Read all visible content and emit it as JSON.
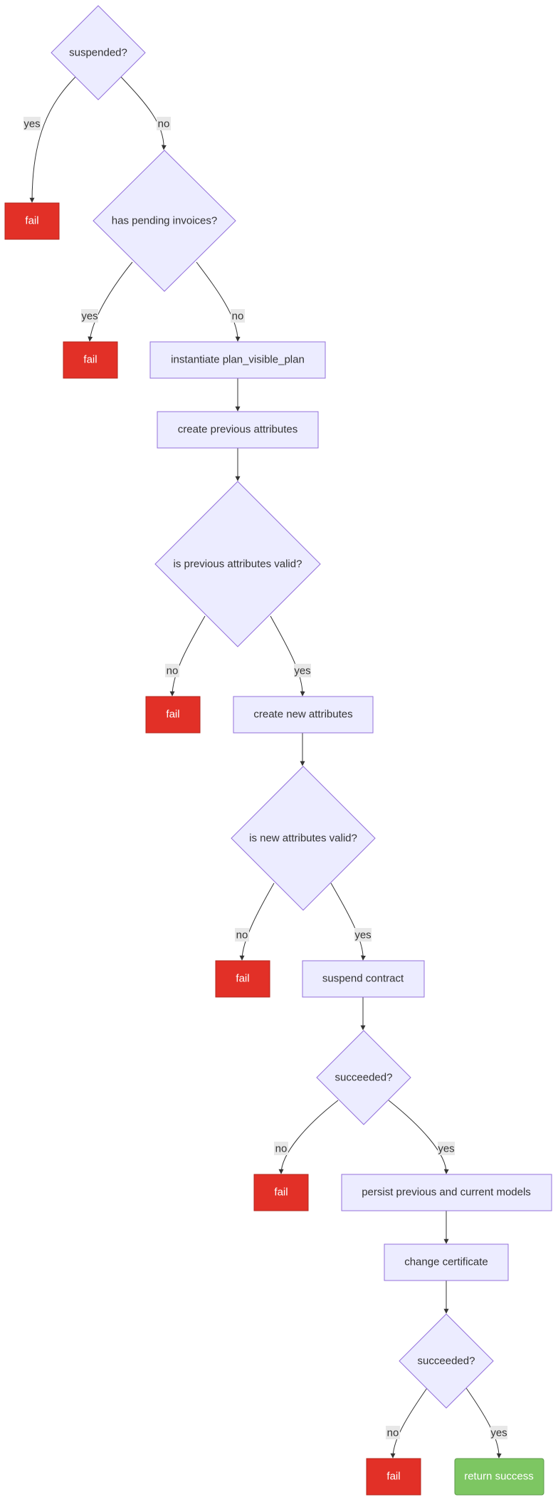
{
  "nodes": {
    "suspended": "suspended?",
    "fail_1": "fail",
    "pending_invoices": "has pending invoices?",
    "fail_2": "fail",
    "instantiate": "instantiate plan_visible_plan",
    "create_previous": "create previous attributes",
    "prev_valid": "is previous attributes valid?",
    "fail_3": "fail",
    "create_new": "create new attributes",
    "new_valid": "is new attributes valid?",
    "fail_4": "fail",
    "suspend_contract": "suspend contract",
    "succeeded_1": "succeeded?",
    "fail_5": "fail",
    "persist": "persist previous and current models",
    "change_cert": "change certificate",
    "succeeded_2": "succeeded?",
    "fail_6": "fail",
    "return_success": "return success"
  },
  "edges": {
    "suspended_yes": "yes",
    "suspended_no": "no",
    "pending_yes": "yes",
    "pending_no": "no",
    "prev_no": "no",
    "prev_yes": "yes",
    "new_no": "no",
    "new_yes": "yes",
    "succ1_no": "no",
    "succ1_yes": "yes",
    "succ2_no": "no",
    "succ2_yes": "yes"
  },
  "colors": {
    "process_fill": "#ececff",
    "process_stroke": "#9370db",
    "fail_fill": "#e23027",
    "success_fill": "#7dc662",
    "edge": "#333333",
    "edge_label_bg": "#e8e8e8"
  }
}
